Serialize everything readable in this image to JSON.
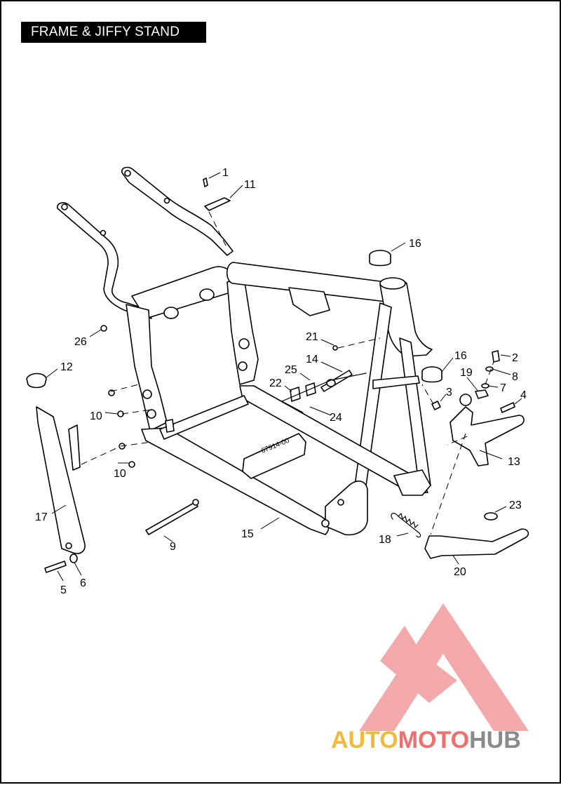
{
  "title": "FRAME & JIFFY STAND",
  "callouts": [
    "1",
    "11",
    "16",
    "16",
    "2",
    "8",
    "19",
    "7",
    "4",
    "3",
    "21",
    "14",
    "25",
    "22",
    "24",
    "26",
    "12",
    "10",
    "10",
    "13",
    "17",
    "9",
    "15",
    "23",
    "18",
    "20",
    "5",
    "6"
  ],
  "frame_stamp": "67914-00",
  "watermark": {
    "segments": [
      "AUTO",
      "MOTO",
      "HUB"
    ],
    "colors": [
      "#f5b93a",
      "#ef6f6c",
      "#8a8a8a"
    ],
    "logo_color": "#f08d8d"
  }
}
